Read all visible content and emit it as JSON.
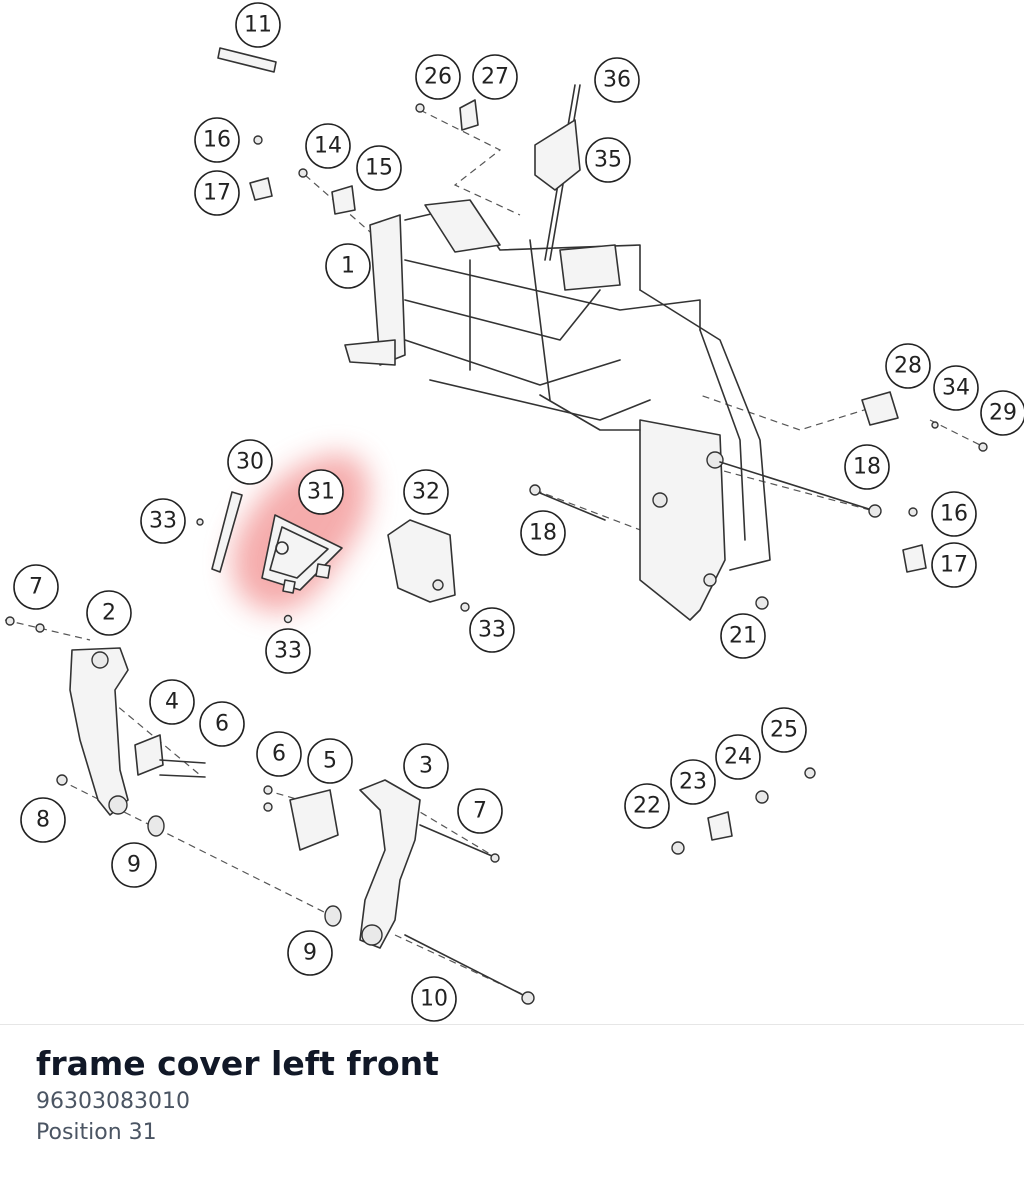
{
  "part": {
    "title": "frame cover left front",
    "number": "96303083010",
    "position": "Position 31"
  },
  "highlight_color": "#f08080",
  "callouts": [
    "11",
    "26",
    "27",
    "36",
    "16",
    "17",
    "14",
    "15",
    "35",
    "1",
    "28",
    "34",
    "29",
    "18",
    "30",
    "31",
    "32",
    "33",
    "33",
    "33",
    "18",
    "16",
    "17",
    "7",
    "2",
    "21",
    "4",
    "6",
    "6",
    "5",
    "3",
    "7",
    "8",
    "9",
    "9",
    "10",
    "25",
    "24",
    "23",
    "22"
  ],
  "selected_callout": "31"
}
